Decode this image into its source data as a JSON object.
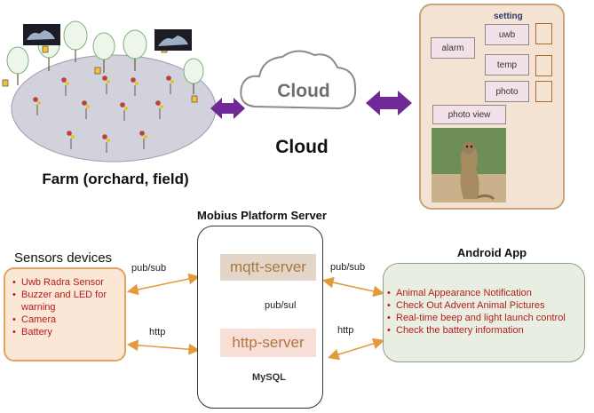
{
  "top": {
    "farm_label": "Farm (orchard, field)",
    "cloud_word": "Cloud",
    "cloud_caption": "Cloud"
  },
  "app_mockup": {
    "setting_title": "setting",
    "alarm": "alarm",
    "uwb": "uwb",
    "temp": "temp",
    "photo": "photo",
    "photo_view": "photo view"
  },
  "server": {
    "title": "Mobius Platform Server",
    "mqtt": "mqtt-server",
    "http": "http-server",
    "internal_label": "pub/sul",
    "db": "MySQL"
  },
  "sensors": {
    "title": "Sensors devices",
    "items": [
      "Uwb Radra Sensor",
      "Buzzer and LED for warning",
      "Camera",
      "Battery"
    ]
  },
  "android": {
    "title": "Android App",
    "items": [
      "Animal Appearance Notification",
      "Check Out Advent Animal Pictures",
      "Real-time beep and light launch control",
      "Check the battery information"
    ]
  },
  "connections": {
    "left_pubsub": "pub/sub",
    "left_http": "http",
    "right_pubsub": "pub/sub",
    "right_http": "http"
  }
}
